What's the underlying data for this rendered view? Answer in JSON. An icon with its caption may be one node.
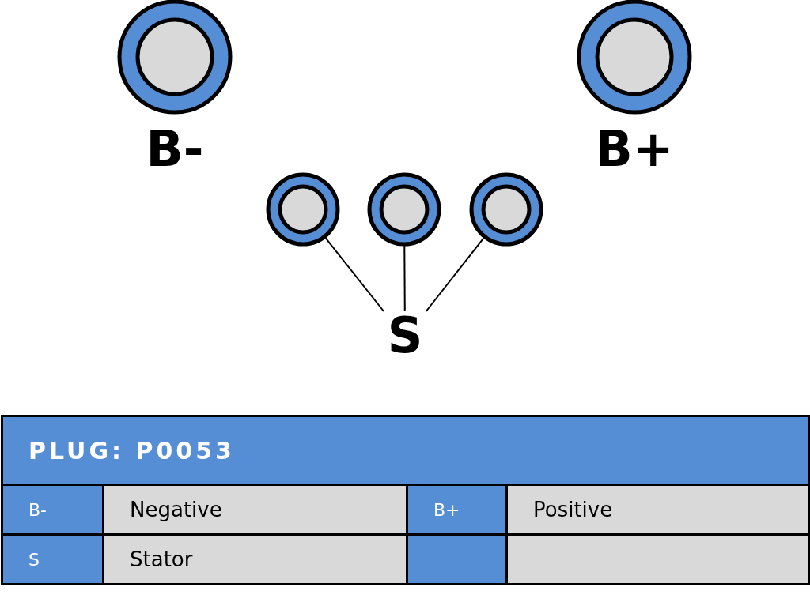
{
  "diagram": {
    "nodes": [
      {
        "text": [
          "B-"
        ]
      },
      {
        "text": [
          "B+"
        ]
      },
      {
        "text": [],
        "shape": "circle"
      },
      {
        "text": [],
        "shape": "circle"
      },
      {
        "text": [],
        "shape": "circle"
      },
      {
        "text": [
          "S"
        ]
      }
    ],
    "edges": [
      {
        "from": 5,
        "to": 2,
        "arrow": "none"
      },
      {
        "from": 5,
        "to": 3,
        "arrow": "none"
      },
      {
        "from": 5,
        "to": 4,
        "arrow": "none"
      }
    ],
    "labels": [
      "PLUG: P0053",
      "B-",
      "Negative",
      "B+",
      "Positive",
      "S",
      "Stator"
    ]
  }
}
